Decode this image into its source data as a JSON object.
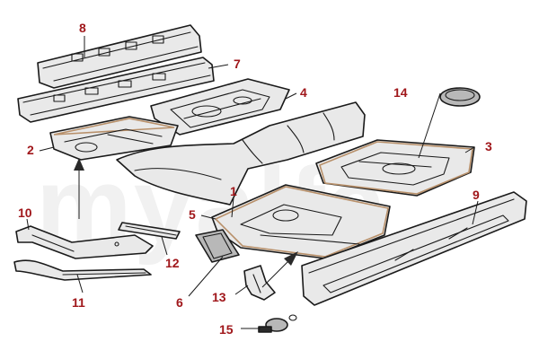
{
  "watermark": "myalfa",
  "callouts": {
    "c1": "1",
    "c2": "2",
    "c3": "3",
    "c4": "4",
    "c5": "5",
    "c6": "6",
    "c7": "7",
    "c8": "8",
    "c9": "9",
    "c10": "10",
    "c11": "11",
    "c12": "12",
    "c13": "13",
    "c14": "14",
    "c15": "15"
  },
  "colors": {
    "callout": "#a0171b",
    "outline_accent": "#b8906a",
    "line": "#1a1a1a"
  }
}
